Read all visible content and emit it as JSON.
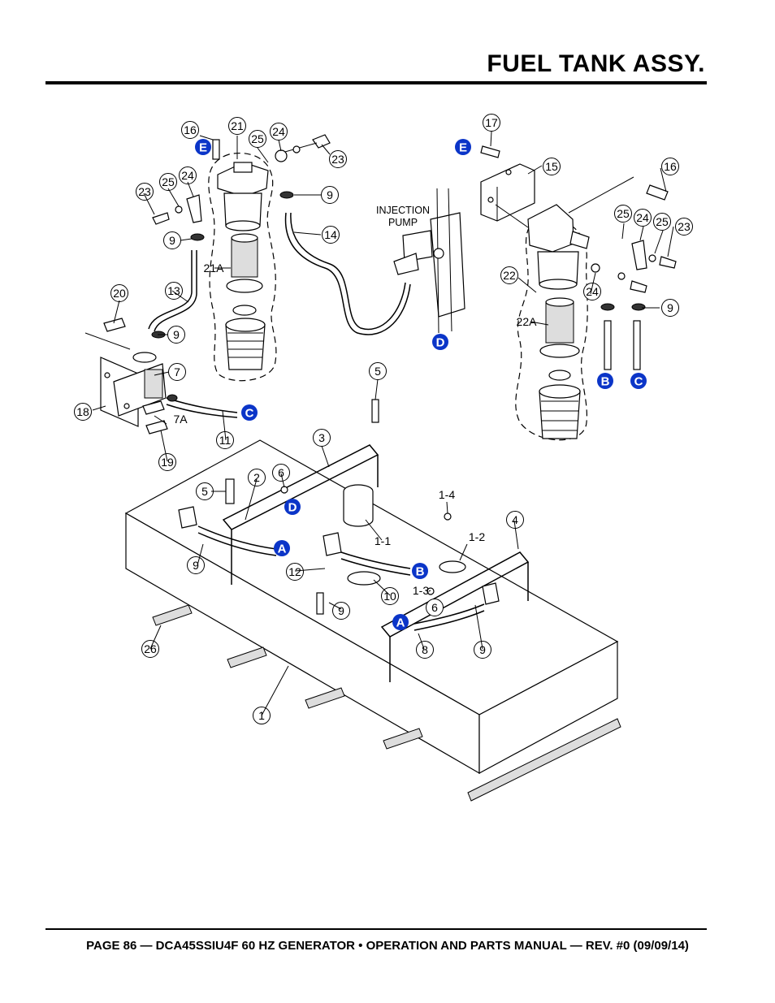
{
  "header": {
    "title": "FUEL TANK ASSY."
  },
  "footer": {
    "text": "PAGE 86 — DCA45SSIU4F 60 HZ GENERATOR • OPERATION AND PARTS MANUAL — REV. #0 (09/09/14)"
  },
  "diagram": {
    "callouts": [
      "16",
      "21",
      "25",
      "24",
      "23",
      "23",
      "25",
      "24",
      "9",
      "9",
      "14",
      "13",
      "21A",
      "20",
      "9",
      "7",
      "18",
      "7A",
      "11",
      "19",
      "17",
      "15",
      "16",
      "25",
      "24",
      "25",
      "23",
      "22",
      "24",
      "9",
      "22A",
      "5",
      "3",
      "2",
      "6",
      "5",
      "4",
      "1-4",
      "1-2",
      "1-1",
      "12",
      "10",
      "9",
      "1-3",
      "6",
      "8",
      "9",
      "26",
      "1",
      "9"
    ],
    "text_labels": {
      "injection_line1": "INJECTION",
      "injection_line2": "PUMP"
    },
    "references": [
      "E",
      "E",
      "D",
      "C",
      "B",
      "C",
      "D",
      "A",
      "B",
      "A"
    ],
    "reference_color": "#0b35c8"
  }
}
